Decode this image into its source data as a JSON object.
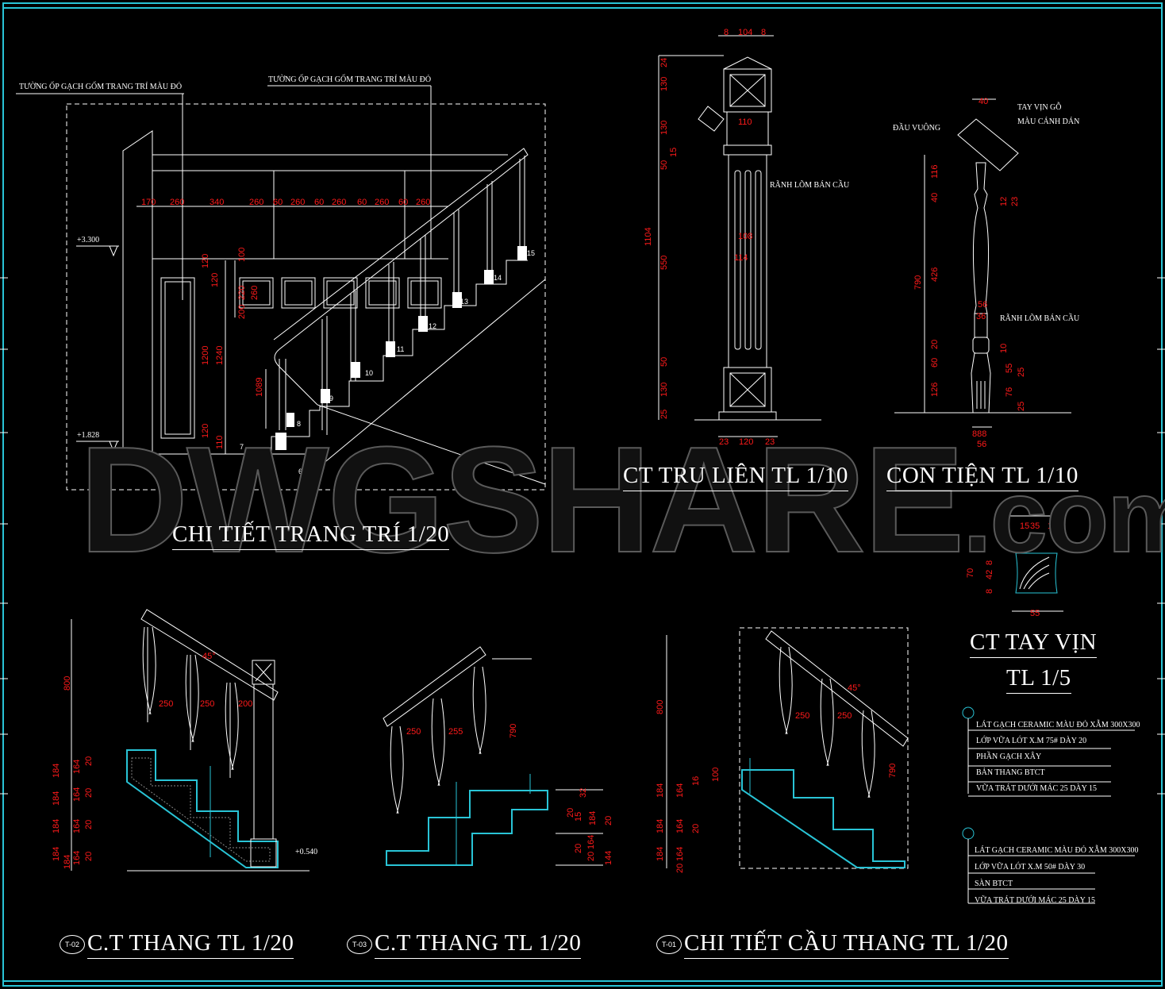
{
  "frame_color": "#29c4d6",
  "accent_dim": "#ff1a1a",
  "watermark": {
    "main": "DWGSHARE",
    "suffix": ".com"
  },
  "titles": {
    "trang_tri": "CHI TIẾT TRANG TRÍ  1/20",
    "tru_lien": "CT TRU LIÊN  TL 1/10",
    "con_tien": "CON TIỆN  TL 1/10",
    "tay_vin_1": "CT TAY VỊN",
    "tay_vin_2": "TL 1/5",
    "thang_02": "C.T THANG  TL 1/20",
    "thang_03": "C.T THANG  TL 1/20",
    "cau_thang": "CHI TIẾT CẦU THANG  TL 1/20"
  },
  "tags": {
    "t02": "T-02",
    "t03": "T-03",
    "t01": "T-01"
  },
  "notes": {
    "tuong_1": "TƯỜNG ỐP GẠCH GỐM TRANG TRÍ MÀU ĐỎ",
    "tuong_2": "TƯỜNG ỐP GẠCH GỐM TRANG TRÍ MÀU ĐỎ",
    "ranh_lom_1": "RÃNH LÕM BÁN CẦU",
    "ranh_lom_2": "RÃNH LÕM BÁN CẦU",
    "tay_vin_go": "TAY VỊN GỖ",
    "mau_canh_dan": "MÀU CÁNH DÁN",
    "dau_vuong": "ĐẦU VUÔNG",
    "level_1": "+3.300",
    "level_2": "+1.828",
    "level_3": "+0.540"
  },
  "legend_1": [
    "LÁT GẠCH CERAMIC MÀU ĐỎ XẪM 300X300",
    "LỚP VỮA LÓT X.M 75# DÀY 20",
    "PHẦN GẠCH XÂY",
    "BẢN THANG BTCT",
    "VỮA TRÁT DƯỚI MÁC 25 DÀY 15"
  ],
  "legend_2": [
    "LÁT GẠCH CERAMIC MÀU ĐỎ XẪM 300X300",
    "LỚP VỮA LÓT X.M 50# DÀY 30",
    "SÀN BTCT",
    "VỮA TRÁT DƯỚI MÁC 25 DÀY 15"
  ],
  "dims": {
    "trang_tri_top": [
      "170",
      "260",
      "340",
      "260",
      "60",
      "260",
      "60",
      "260",
      "60",
      "260",
      "60",
      "260"
    ],
    "trang_tri_left": [
      "120",
      "120",
      "100",
      "220",
      "260",
      "200",
      "1200",
      "1240",
      "120",
      "110"
    ],
    "tru_top": [
      "8",
      "104",
      "8"
    ],
    "tru_left": [
      "24",
      "130",
      "130",
      "50",
      "15",
      "550",
      "1104",
      "50",
      "130",
      "25"
    ],
    "tru_mid": [
      "110",
      "108",
      "114"
    ],
    "tru_bot": [
      "23",
      "120",
      "23"
    ],
    "con_tien_top": "40",
    "con_tien_left": [
      "116",
      "40",
      "790",
      "426",
      "60",
      "20",
      "126"
    ],
    "con_tien_right": [
      "12",
      "23",
      "10",
      "55",
      "25",
      "76",
      "25"
    ],
    "con_tien_mid": [
      "56",
      "36"
    ],
    "con_tien_bot": [
      "888",
      "56"
    ],
    "tay_vin": [
      "65",
      "15",
      "35",
      "15",
      "70",
      "8",
      "42",
      "8",
      "55"
    ],
    "t02_top": [
      "250",
      "250",
      "200"
    ],
    "t02_left": [
      "800",
      "184",
      "184",
      "184",
      "184",
      "184",
      "164",
      "20",
      "164",
      "20",
      "164",
      "20",
      "164",
      "20"
    ],
    "t03": [
      "250",
      "255",
      "790",
      "32",
      "15",
      "184",
      "20",
      "164",
      "20",
      "20",
      "144",
      "20"
    ],
    "t01": [
      "250",
      "250",
      "790",
      "800",
      "184",
      "164",
      "184",
      "164",
      "184",
      "164",
      "20",
      "16",
      "20",
      "100"
    ],
    "angle": "45°",
    "h1089": "1089"
  },
  "step_numbers": [
    "15",
    "14",
    "13",
    "12",
    "11",
    "10",
    "9",
    "8",
    "7",
    "6"
  ]
}
